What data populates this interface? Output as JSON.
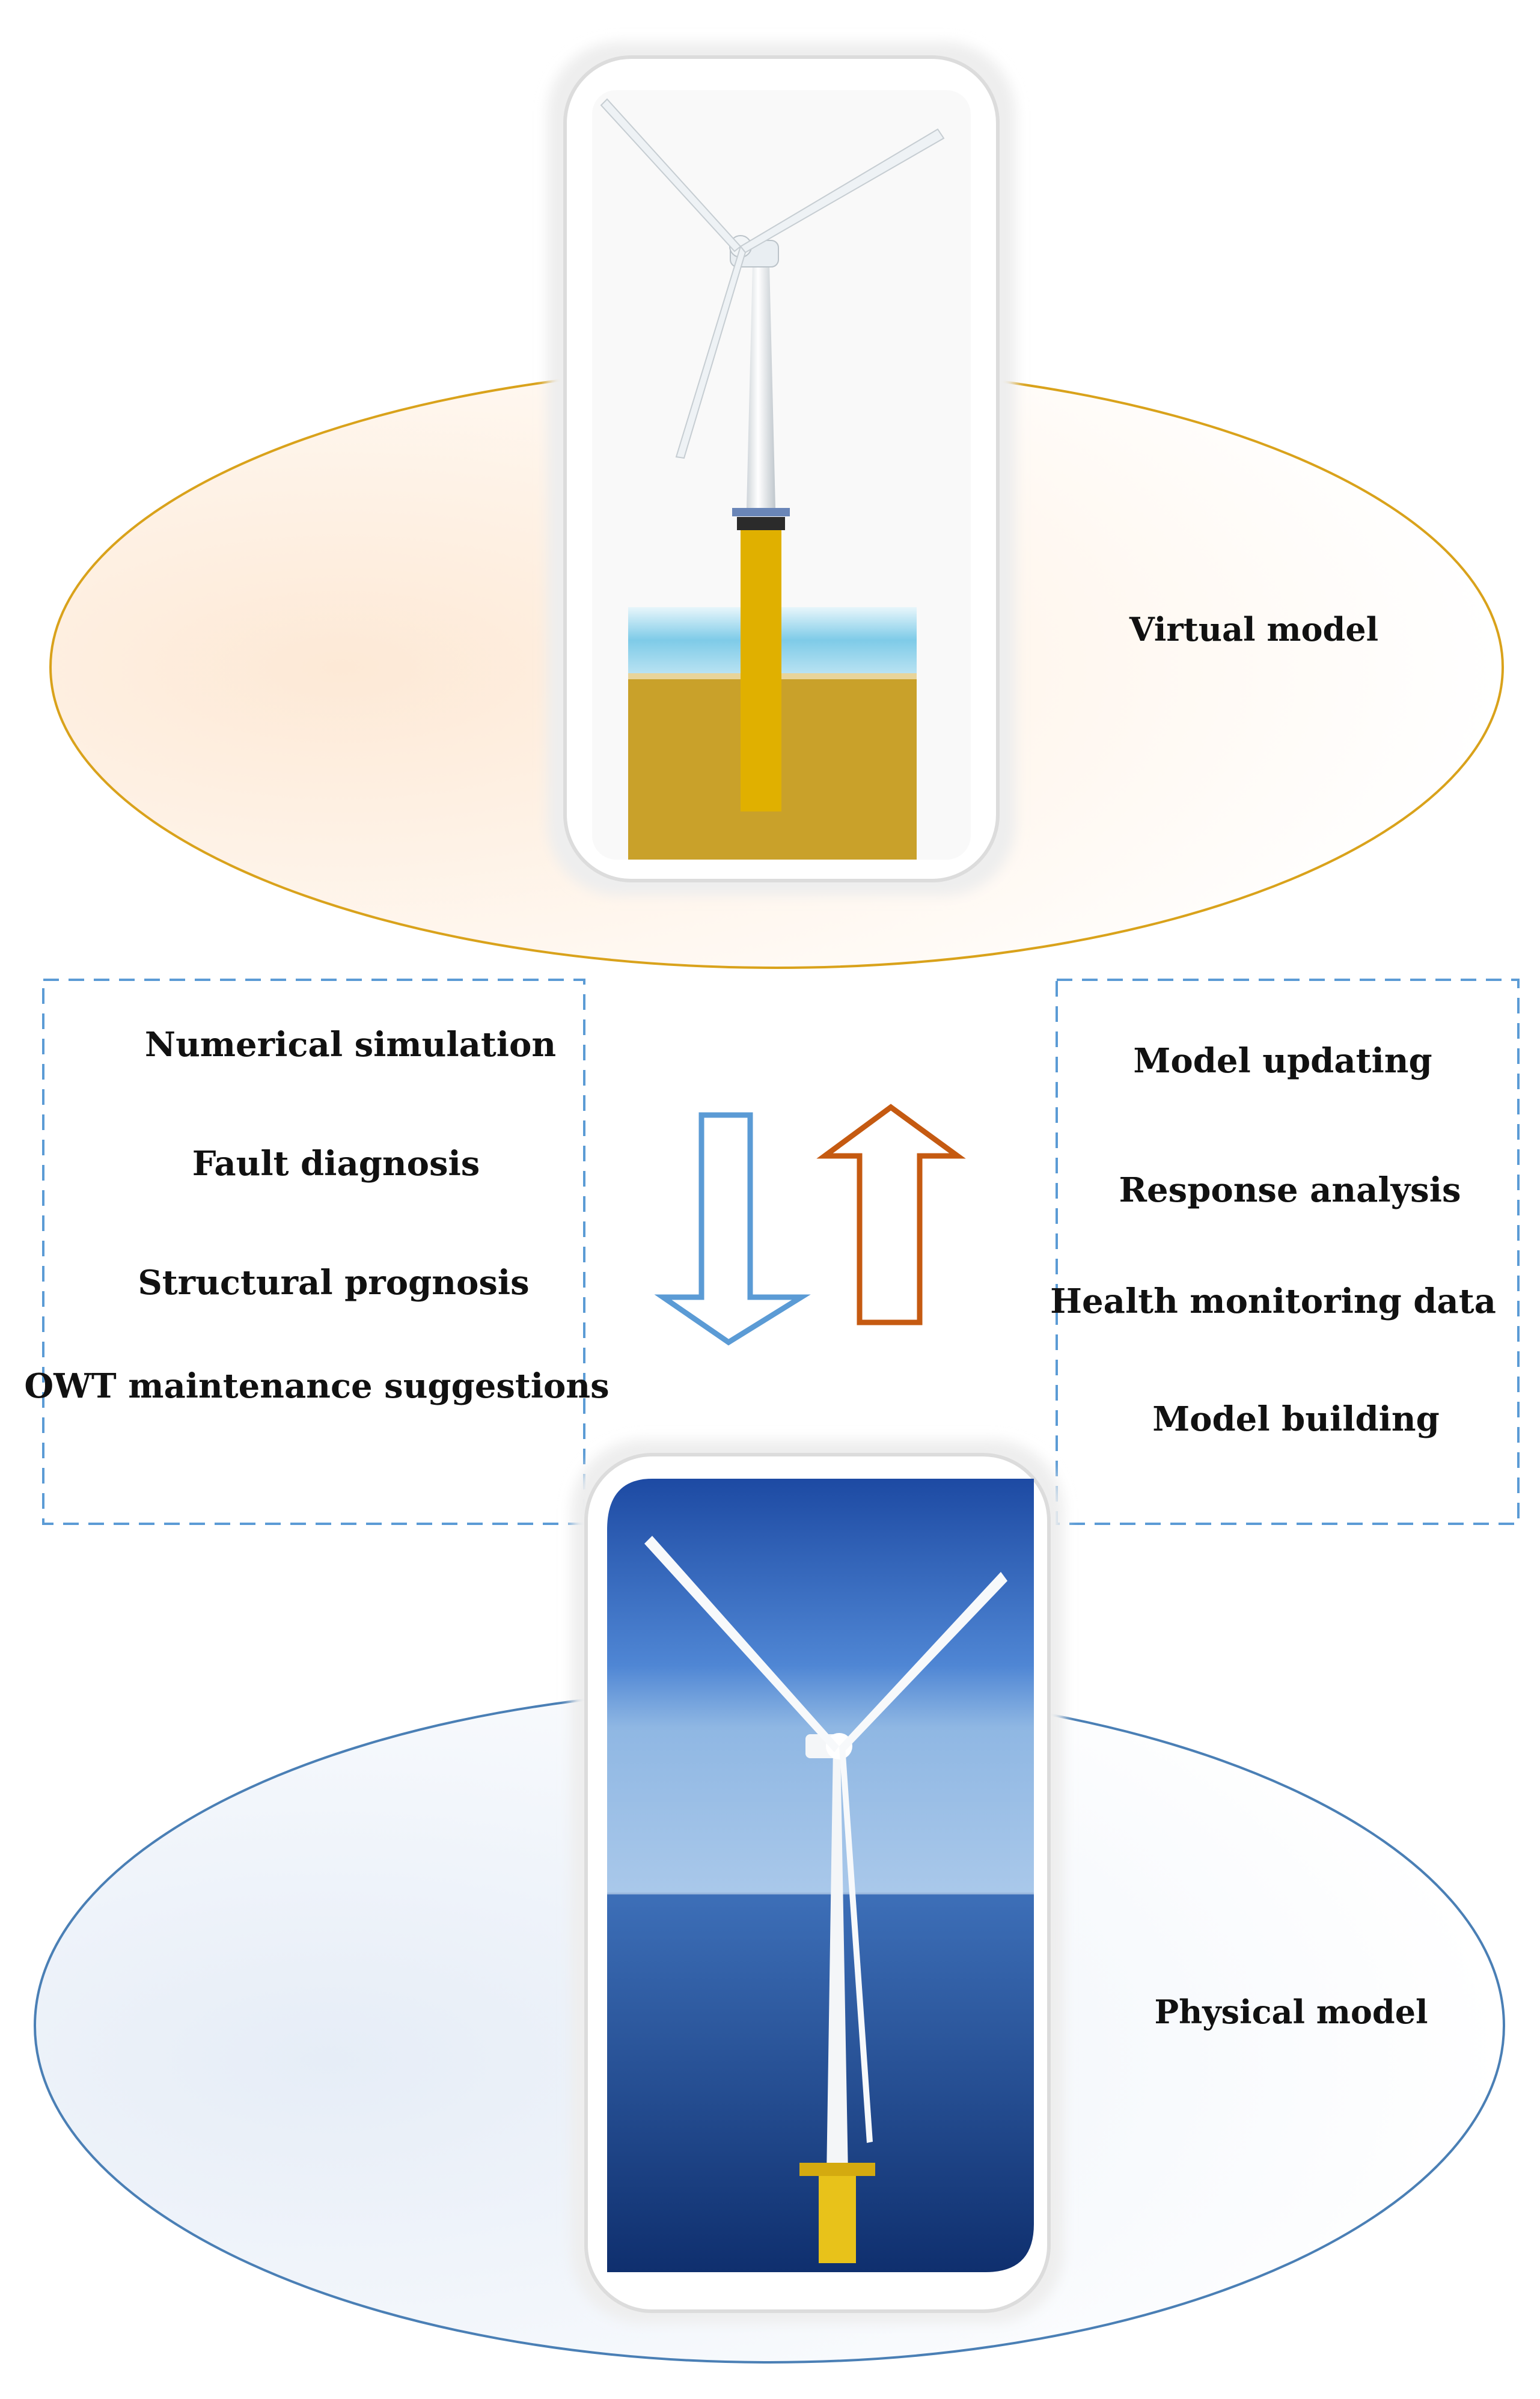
{
  "virtual_model": {
    "label": "Virtual model"
  },
  "physical_model": {
    "label": "Physical model"
  },
  "left_box": {
    "items": [
      "Numerical simulation",
      "Fault diagnosis",
      "Structural prognosis",
      "OWT maintenance suggestions"
    ]
  },
  "right_box": {
    "items": [
      "Model updating",
      "Response analysis",
      "Health monitoring data",
      "Model building"
    ]
  },
  "colors": {
    "virtual_ellipse_stroke": "#d9a21b",
    "physical_ellipse_stroke": "#4a7fb5",
    "dashed_box_stroke": "#5b9bd5",
    "down_arrow": "#5b9bd5",
    "up_arrow": "#c55a11",
    "monopile_yellow": "#e0b000",
    "soil": "#c9a12a",
    "water": "#7ecbe8",
    "sky_top": "#1f4fa8",
    "sea": "#1a3f86"
  }
}
